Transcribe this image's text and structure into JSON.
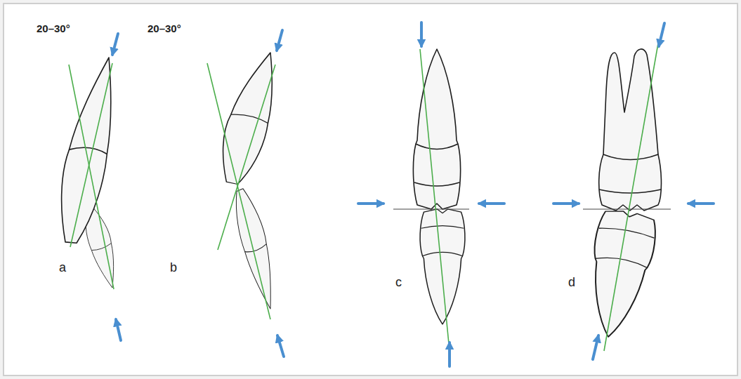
{
  "diagram": {
    "labels": [
      "20–30°",
      "20–30°",
      "a",
      "b",
      "c",
      "d"
    ]
  }
}
